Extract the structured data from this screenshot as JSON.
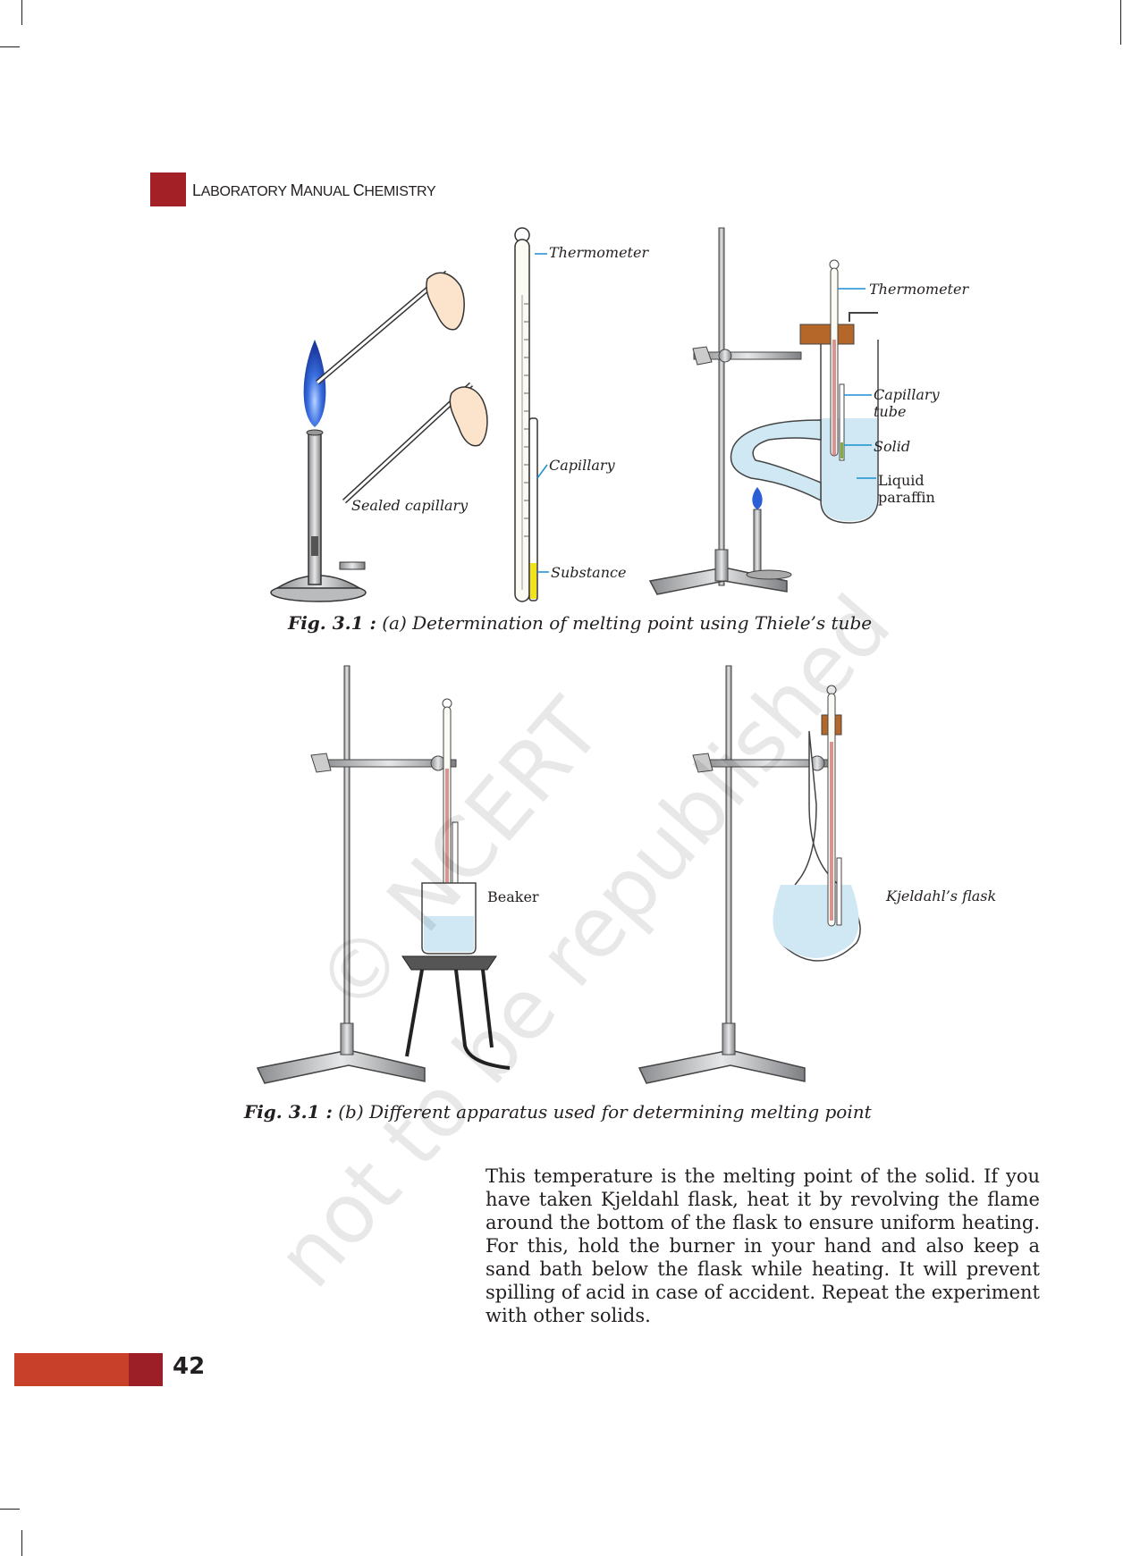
{
  "header": {
    "title_prefix": "L",
    "title_rest_1": "ABORATORY ",
    "title_m": "M",
    "title_rest_2": "ANUAL ",
    "title_c": "C",
    "title_rest_3": "HEMISTRY"
  },
  "figure_a": {
    "labels": {
      "thermometer_left": "Thermometer",
      "capillary": "Capillary",
      "substance": "Substance",
      "sealed_capillary": "Sealed capillary",
      "thermometer_right": "Thermometer",
      "capillary_tube_1": "Capillary",
      "capillary_tube_2": "tube",
      "solid": "Solid",
      "liquid_paraffin_1": "Liquid",
      "liquid_paraffin_2": "paraffin"
    },
    "caption_bold": "Fig. 3.1 :",
    "caption_text": "(a) Determination of melting point using Thiele’s tube"
  },
  "figure_b": {
    "labels": {
      "beaker": "Beaker",
      "kjeldahl": "Kjeldahl’s flask"
    },
    "caption_bold": "Fig. 3.1 :",
    "caption_text": "(b) Different apparatus used for determining melting point"
  },
  "body_paragraph": "This temperature is the melting point of the solid. If you have taken Kjeldahl flask, heat it by revolving the flame around the bottom of the flask to ensure uniform heating. For this, hold  the burner in your hand and also keep a sand bath below the flask while heating. It will prevent spilling of acid in case of accident. Repeat the experiment with other solids.",
  "page_number": "42",
  "watermark": {
    "line1": "© NCERT",
    "line2": "not to be republished"
  },
  "colors": {
    "header_red": "#a32126",
    "footer_orange": "#c9402a",
    "footer_red": "#9c1f27",
    "liquid_blue": "#cfe8f3",
    "flame_blue": "#2a5fd6",
    "cork": "#b5672a",
    "substance_yellow": "#f2e218"
  }
}
